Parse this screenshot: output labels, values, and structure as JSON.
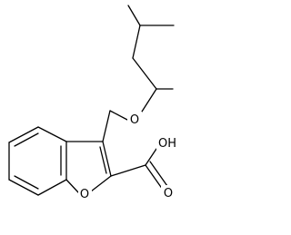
{
  "molecule": {
    "atom_labels": {
      "ether_oxygen": "O",
      "furan_oxygen": "O",
      "carbonyl_oxygen": "O",
      "hydroxyl": "OH"
    },
    "colors": {
      "bond": "#000000",
      "label": "#000000",
      "background": "#ffffff"
    }
  }
}
